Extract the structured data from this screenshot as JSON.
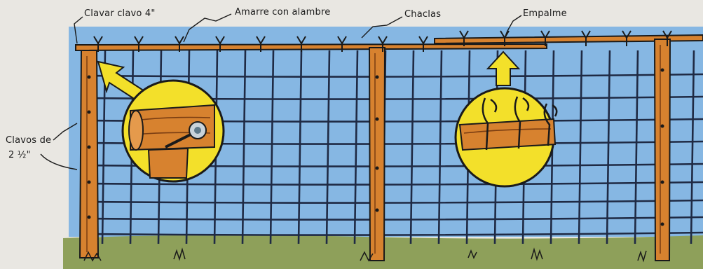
{
  "labels": {
    "clavar": "Clavar clavo 4\"",
    "amarre": "Amarre con alambre",
    "chaclas": "Chaclas",
    "empalme": "Empalme",
    "clavos_line1": "Clavos de",
    "clavos_line2": "2 ½\""
  },
  "colors": {
    "sky": "#86b7e3",
    "paper": "#e9e7e2",
    "grass": "#8ea05a",
    "wood": "#d7822f",
    "wood_dark": "#7a3d12",
    "wire": "#1f2a44",
    "callout": "#f3e02a",
    "outline": "#1a1a1a"
  },
  "icons": [
    "wooden-post",
    "wire-mesh",
    "nail-callout",
    "tie-callout",
    "arrow-icon",
    "grass-tuft"
  ]
}
